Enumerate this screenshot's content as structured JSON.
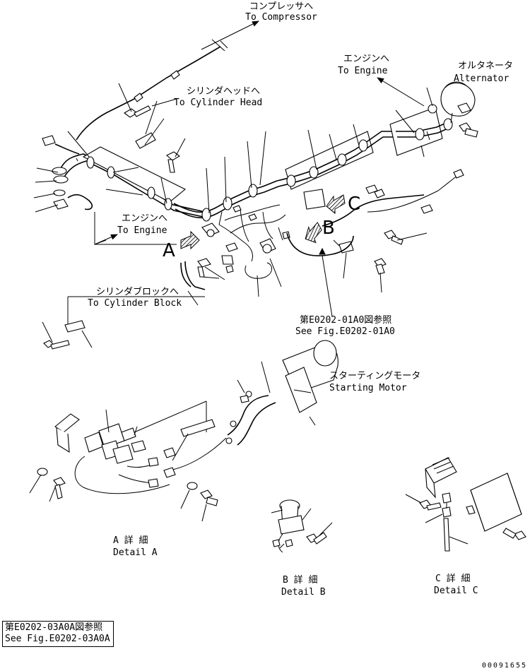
{
  "labels": {
    "compressor_jp": "コンプレッサへ",
    "compressor_en": "To Compressor",
    "cyl_head_jp": "シリンダヘッドへ",
    "cyl_head_en": "To Cylinder Head",
    "engine_right_jp": "エンジンへ",
    "engine_right_en": "To Engine",
    "alternator_jp": "オルタネータ",
    "alternator_en": "Alternator",
    "engine_left_jp": "エンジンへ",
    "engine_left_en": "To Engine",
    "cyl_block_jp": "シリンダブロックへ",
    "cyl_block_en": "To Cylinder Block",
    "see_fig_jp": "第E0202-01A0図参照",
    "see_fig_en": "See Fig.E0202-01A0",
    "starting_motor_jp": "スターティングモータ",
    "starting_motor_en": "Starting Motor",
    "detail_a_jp": "A 詳 細",
    "detail_a_en": "Detail A",
    "detail_b_jp": "B 詳 細",
    "detail_b_en": "Detail B",
    "detail_c_jp": "C 詳 細",
    "detail_c_en": "Detail C"
  },
  "view_letters": {
    "a": "A",
    "b": "B",
    "c": "C"
  },
  "reference_box": {
    "line1": "第E0202-03A0A図参照",
    "line2": "See Fig.E0202-03A0A"
  },
  "drawing_number": "00091655"
}
